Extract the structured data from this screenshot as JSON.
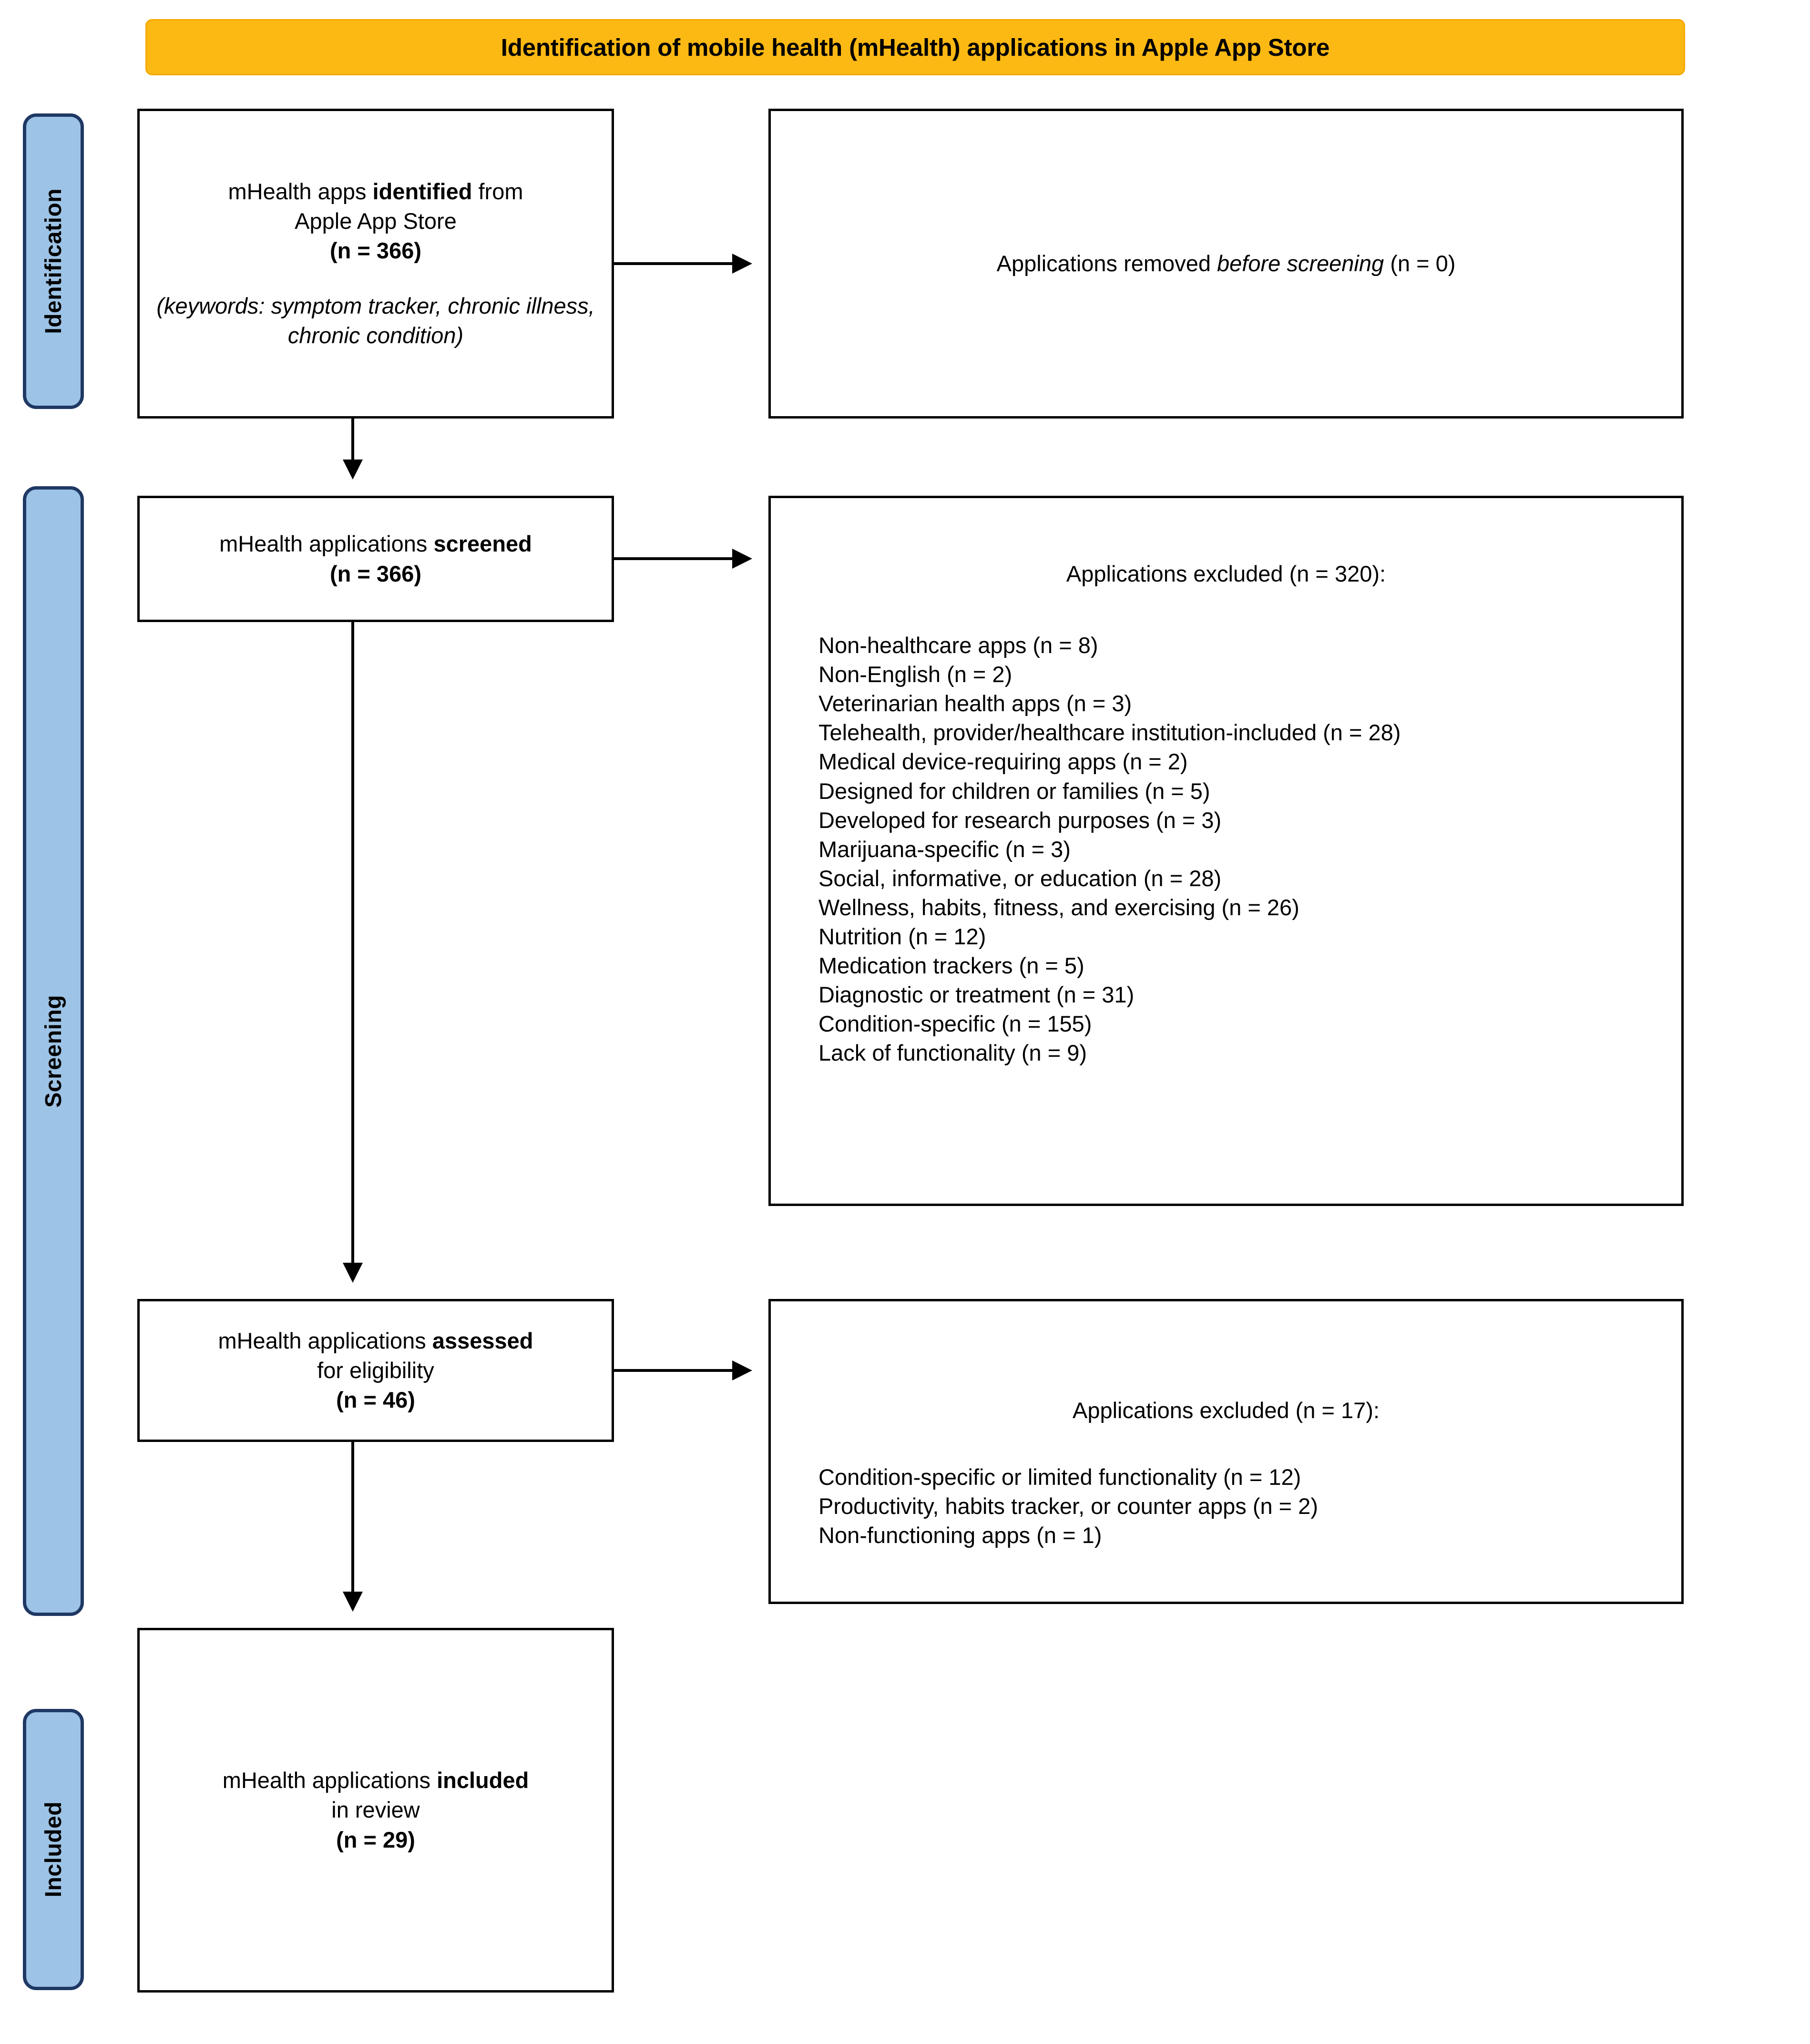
{
  "header": {
    "title": "Identification of mobile health (mHealth) applications in Apple App Store",
    "background_color": "#FDB913"
  },
  "phases": [
    {
      "label": "Identification",
      "color": "#9DC3E6",
      "border_color": "#1F3864"
    },
    {
      "label": "Screening",
      "color": "#9DC3E6",
      "border_color": "#1F3864"
    },
    {
      "label": "Included",
      "color": "#9DC3E6",
      "border_color": "#1F3864"
    }
  ],
  "boxes": {
    "identified": {
      "line1_pre": "mHealth apps ",
      "line1_bold": "identified",
      "line1_post": " from",
      "line2": "Apple App Store",
      "line3": "(n = 366)",
      "keywords": "(keywords: symptom tracker, chronic illness, chronic condition)"
    },
    "removed": {
      "pre": "Applications removed ",
      "italic": "before screening",
      "post": " (n = 0)"
    },
    "screened": {
      "line1_pre": "mHealth applications ",
      "line1_bold": "screened",
      "line2": "(n = 366)"
    },
    "excluded_screening": {
      "title": "Applications excluded (n = 320):",
      "items": [
        "Non-healthcare apps (n = 8)",
        "Non-English (n = 2)",
        "Veterinarian health apps (n = 3)",
        "Telehealth, provider/healthcare institution-included (n = 28)",
        "Medical device-requiring apps (n = 2)",
        "Designed for children or families (n = 5)",
        "Developed for research purposes (n = 3)",
        "Marijuana-specific (n = 3)",
        "Social, informative, or education (n = 28)",
        "Wellness, habits, fitness, and exercising (n = 26)",
        "Nutrition (n = 12)",
        "Medication trackers (n = 5)",
        "Diagnostic or treatment (n = 31)",
        "Condition-specific (n = 155)",
        "Lack of functionality (n = 9)"
      ]
    },
    "eligibility": {
      "line1_pre": "mHealth applications ",
      "line1_bold": "assessed",
      "line2": "for eligibility",
      "line3": "(n = 46)"
    },
    "excluded_eligibility": {
      "title": "Applications excluded (n = 17):",
      "items": [
        "Condition-specific or limited functionality (n = 12)",
        "Productivity, habits tracker, or counter apps (n = 2)",
        "Non-functioning apps (n = 1)"
      ]
    },
    "included": {
      "line1_pre": "mHealth applications ",
      "line1_bold": "included",
      "line2": "in review",
      "line3": "(n = 29)"
    }
  },
  "chart_data": {
    "type": "diagram",
    "title": "Identification of mobile health (mHealth) applications in Apple App Store",
    "flow": [
      {
        "stage": "Identification",
        "label": "mHealth apps identified from Apple App Store",
        "n": 366
      },
      {
        "stage": "Identification",
        "label": "Applications removed before screening",
        "n": 0
      },
      {
        "stage": "Screening",
        "label": "mHealth applications screened",
        "n": 366
      },
      {
        "stage": "Screening",
        "label": "Applications excluded",
        "n": 320
      },
      {
        "stage": "Screening",
        "label": "mHealth applications assessed for eligibility",
        "n": 46
      },
      {
        "stage": "Screening",
        "label": "Applications excluded",
        "n": 17
      },
      {
        "stage": "Included",
        "label": "mHealth applications included in review",
        "n": 29
      }
    ]
  }
}
